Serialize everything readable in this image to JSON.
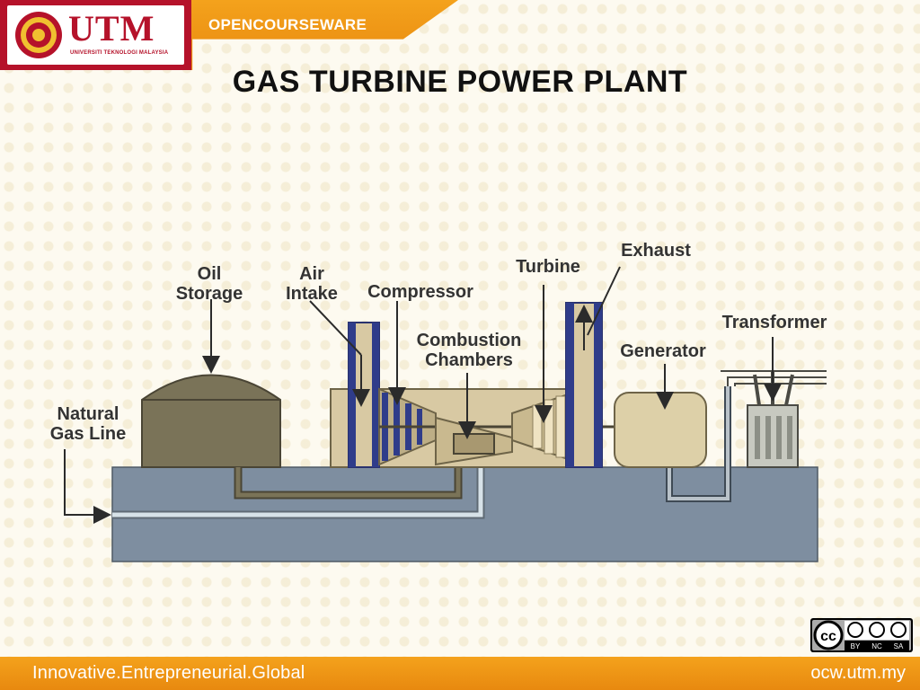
{
  "header": {
    "logo_text": "UTM",
    "logo_subtitle": "UNIVERSITI TEKNOLOGI MALAYSIA",
    "section_label": "OPENCOURSEWARE"
  },
  "title": "GAS TURBINE POWER PLANT",
  "diagram": {
    "labels": {
      "oil_storage": [
        "Oil",
        "Storage"
      ],
      "air_intake": [
        "Air",
        "Intake"
      ],
      "compressor": "Compressor",
      "combustion_chambers": [
        "Combustion",
        "Chambers"
      ],
      "turbine": "Turbine",
      "exhaust": "Exhaust",
      "generator": "Generator",
      "transformer": "Transformer",
      "natural_gas_line": [
        "Natural",
        "Gas Line"
      ]
    }
  },
  "license": {
    "cc": "cc",
    "terms": [
      "BY",
      "NC",
      "SA"
    ]
  },
  "footer": {
    "tagline": "Innovative.Entrepreneurial.Global",
    "url": "ocw.utm.my"
  }
}
